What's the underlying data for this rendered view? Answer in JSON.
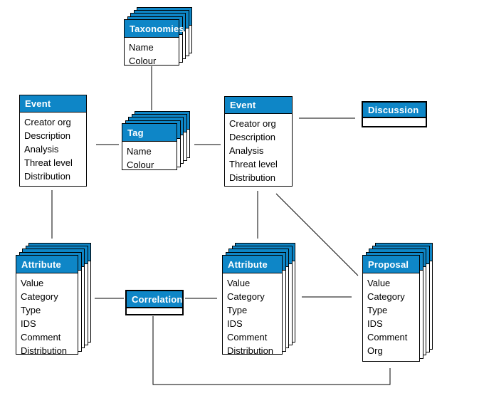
{
  "diagram": {
    "type": "entity-relationship",
    "colors": {
      "header_fill": "#0e86c7",
      "header_text": "#ffffff",
      "border": "#000000",
      "connector": "#000000",
      "background": "#ffffff"
    },
    "entities": {
      "taxonomies": {
        "title": "Taxonomies",
        "stacked": true,
        "fields": [
          "Name",
          "Colour"
        ]
      },
      "tag": {
        "title": "Tag",
        "stacked": true,
        "fields": [
          "Name",
          "Colour"
        ]
      },
      "event_left": {
        "title": "Event",
        "stacked": false,
        "fields": [
          "Creator org",
          "Description",
          "Analysis",
          "Threat level",
          "Distribution"
        ]
      },
      "event_main": {
        "title": "Event",
        "stacked": false,
        "fields": [
          "Creator org",
          "Description",
          "Analysis",
          "Threat level",
          "Distribution"
        ]
      },
      "discussion": {
        "title": "Discussion",
        "stacked": false,
        "fields": []
      },
      "attribute_left": {
        "title": "Attribute",
        "stacked": true,
        "fields": [
          "Value",
          "Category",
          "Type",
          "IDS",
          "Comment",
          "Distribution"
        ]
      },
      "attribute_main": {
        "title": "Attribute",
        "stacked": true,
        "fields": [
          "Value",
          "Category",
          "Type",
          "IDS",
          "Comment",
          "Distribution"
        ]
      },
      "correlation": {
        "title": "Correlation",
        "stacked": false,
        "fields": []
      },
      "proposal": {
        "title": "Proposal",
        "stacked": true,
        "fields": [
          "Value",
          "Category",
          "Type",
          "IDS",
          "Comment",
          "Org"
        ]
      }
    },
    "connections": [
      {
        "from": "taxonomies",
        "to": "tag",
        "style": "vertical"
      },
      {
        "from": "event_left",
        "to": "tag",
        "style": "horizontal"
      },
      {
        "from": "tag",
        "to": "event_main",
        "style": "horizontal"
      },
      {
        "from": "event_main",
        "to": "discussion",
        "style": "horizontal"
      },
      {
        "from": "event_left",
        "to": "attribute_left",
        "style": "vertical"
      },
      {
        "from": "event_main",
        "to": "attribute_main",
        "style": "vertical"
      },
      {
        "from": "event_main",
        "to": "proposal",
        "style": "diagonal"
      },
      {
        "from": "attribute_left",
        "to": "correlation",
        "style": "horizontal"
      },
      {
        "from": "correlation",
        "to": "attribute_main",
        "style": "horizontal"
      },
      {
        "from": "attribute_main",
        "to": "proposal",
        "style": "horizontal"
      },
      {
        "from": "correlation",
        "to": "proposal",
        "style": "elbow"
      }
    ]
  }
}
